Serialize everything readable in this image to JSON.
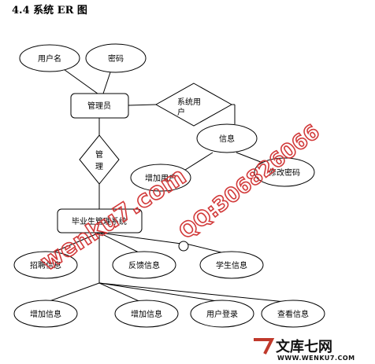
{
  "section_heading": "4.4 系统 ER 图",
  "diagram": {
    "user_name": "用户名",
    "password": "密码",
    "admin": "管理员",
    "system_user_1": "系统用",
    "system_user_2": "户",
    "info": "信息",
    "manage_1": "管",
    "manage_2": "理",
    "add_user": "增加用户",
    "modify_password": "修改密码",
    "system_name": "毕业生管理系统",
    "recruit_info": "招聘信息",
    "feedback_info": "反馈信息",
    "student_info": "学生信息",
    "add_info_1": "增加信息",
    "add_info_2": "增加信息",
    "user_login": "用户登录",
    "view_info": "查看信息"
  },
  "watermark": {
    "text_1": "wenku7.com",
    "text_2": "QQ:306826066",
    "color": "#d23a3a"
  },
  "logo": {
    "brand": "文库七网",
    "site": "WWW.WENKU7.COM"
  }
}
